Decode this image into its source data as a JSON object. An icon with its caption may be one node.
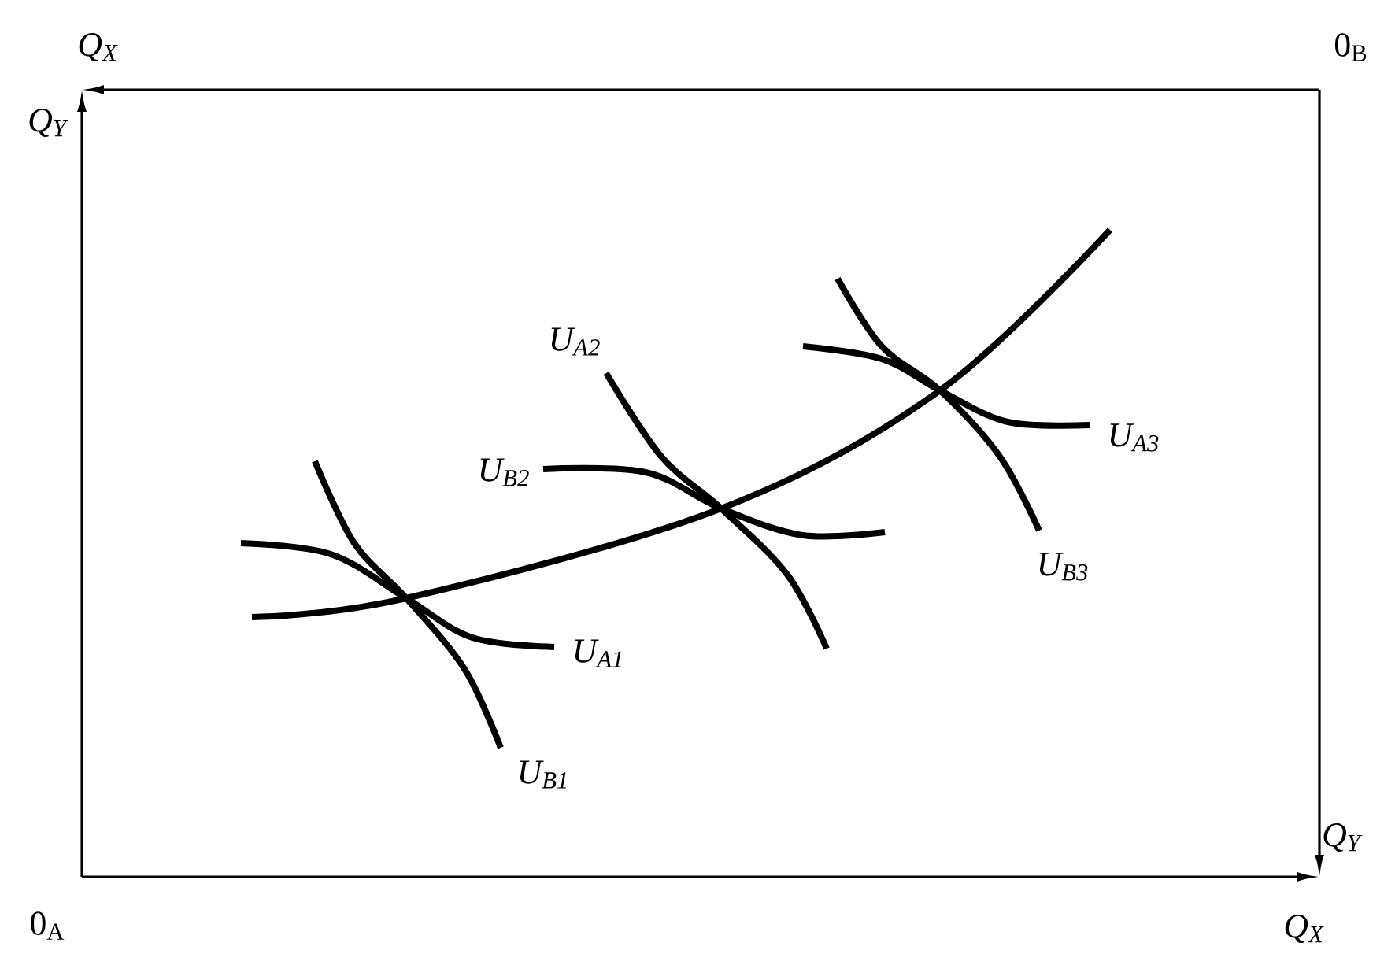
{
  "diagram": {
    "labels": [
      "Q$_{X}$",
      "0$_{B}$",
      "Q$_{Y}$",
      "U$_{A2}$",
      "U$_{A3}$",
      "U$_{B2}$",
      "U$_{B3}$",
      "U$_{A1}$",
      "U$_{B1}$",
      "Q$_{Y}$",
      "0$_{A}$",
      "Q$_{X}$"
    ]
  }
}
